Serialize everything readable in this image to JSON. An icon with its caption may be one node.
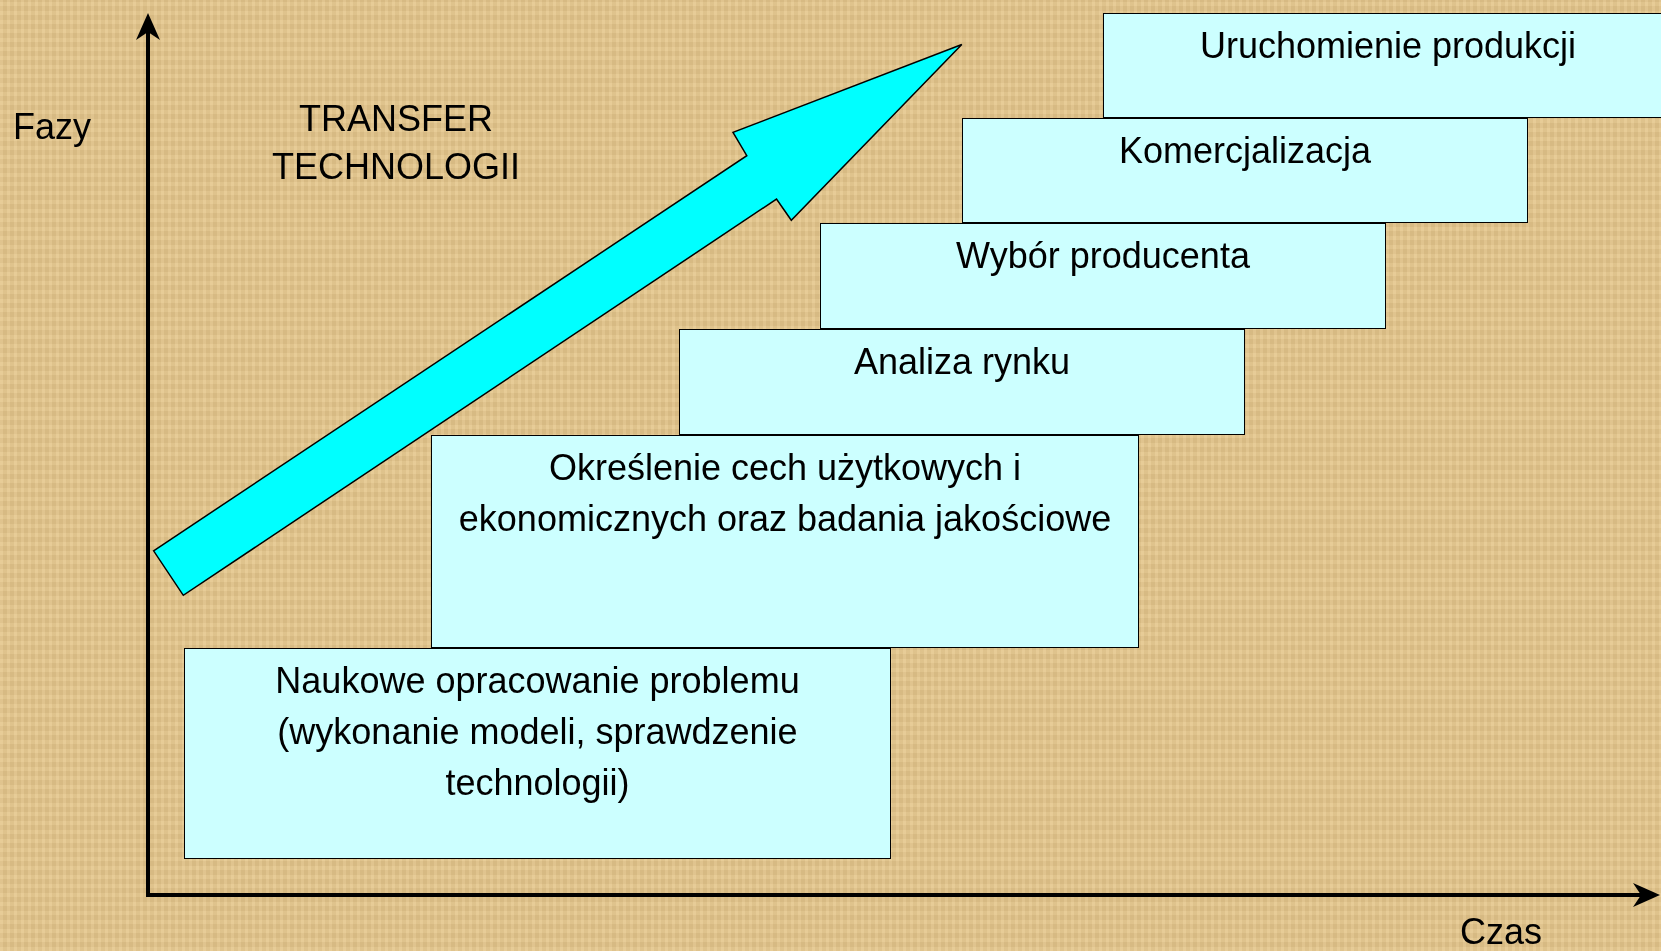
{
  "diagram": {
    "nodes": [
      {
        "text": [
          "Uruchomienie produkcji"
        ]
      },
      {
        "text": [
          "Komercjalizacja"
        ]
      },
      {
        "text": [
          "Wybór producenta"
        ]
      },
      {
        "text": [
          "Analiza rynku"
        ]
      },
      {
        "text": [
          "Określenie cech użytkowych i ekonomicznych oraz badania jakościowe"
        ]
      },
      {
        "text": [
          "Naukowe opracowanie problemu (wykonanie modeli, sprawdzenie technologii)"
        ]
      }
    ],
    "labels": [
      "Fazy",
      "TRANSFER TECHNOLOGII",
      "Czas"
    ]
  }
}
